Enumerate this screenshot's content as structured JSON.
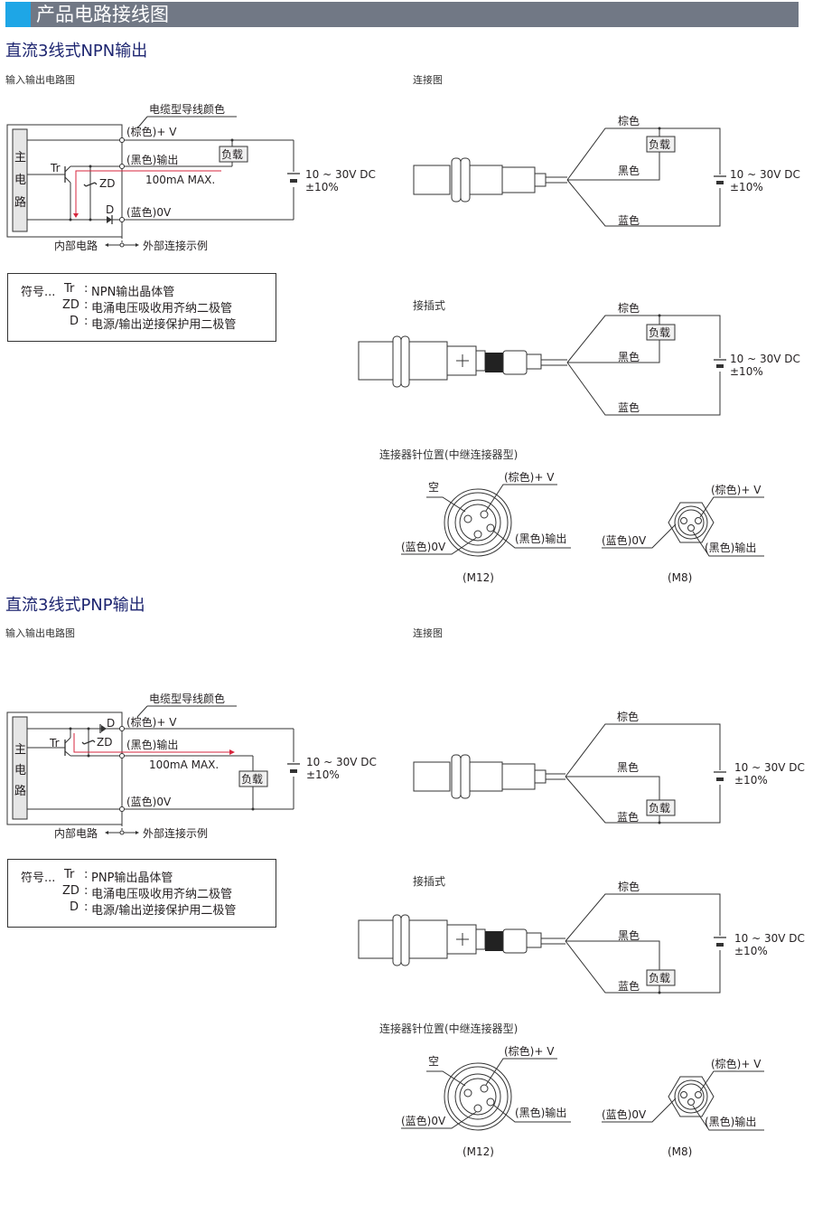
{
  "header": {
    "title": "产品电路接线图",
    "accent_color": "#1ea6e6",
    "bar_color": "#717885"
  },
  "sections": [
    {
      "title": "直流3线式NPN输出",
      "circuit_label": "输入输出电路图",
      "connection_label": "连接图",
      "circuit": {
        "main_circuit": [
          "主",
          "电",
          "路"
        ],
        "cable_color_note": "电缆型导线颜色",
        "wire_plus": "(棕色)+ V",
        "wire_out": "(黑色)输出",
        "wire_0v": "(蓝色)0V",
        "current_note": "100mA MAX.",
        "load": "负载",
        "tr": "Tr",
        "zd": "ZD",
        "d": "D",
        "supply_line1": "10 ~ 30V DC",
        "supply_line2": "±10%",
        "internal": "内部电路",
        "external": "外部连接示例"
      },
      "legend": {
        "prefix": "符号...",
        "rows": [
          {
            "sym": "Tr",
            "desc": "NPN输出晶体管"
          },
          {
            "sym": "ZD",
            "desc": "电涌电压吸收用齐纳二极管"
          },
          {
            "sym": "D",
            "desc": "电源/输出逆接保护用二极管"
          }
        ]
      },
      "cable_type": {
        "brown": "棕色",
        "black": "黑色",
        "blue": "蓝色",
        "load": "负载",
        "supply_line1": "10 ~ 30V DC",
        "supply_line2": "±10%"
      },
      "plug_type": {
        "label": "接插式",
        "brown": "棕色",
        "black": "黑色",
        "blue": "蓝色",
        "load": "负载",
        "supply_line1": "10 ~ 30V DC",
        "supply_line2": "±10%"
      },
      "pins": {
        "title": "连接器针位置(中继连接器型)",
        "m12": {
          "empty": "空",
          "plus": "(棕色)+ V",
          "out": "(黑色)输出",
          "zero": "(蓝色)0V",
          "name": "(M12)"
        },
        "m8": {
          "plus": "(棕色)+ V",
          "out": "(黑色)输出",
          "zero": "(蓝色)0V",
          "name": "(M8)"
        }
      }
    },
    {
      "title": "直流3线式PNP输出",
      "circuit_label": "输入输出电路图",
      "connection_label": "连接图",
      "circuit": {
        "main_circuit": [
          "主",
          "电",
          "路"
        ],
        "cable_color_note": "电缆型导线颜色",
        "wire_plus": "(棕色)+ V",
        "wire_out": "(黑色)输出",
        "wire_0v": "(蓝色)0V",
        "current_note": "100mA MAX.",
        "load": "负载",
        "tr": "Tr",
        "zd": "ZD",
        "d": "D",
        "supply_line1": "10 ~ 30V DC",
        "supply_line2": "±10%",
        "internal": "内部电路",
        "external": "外部连接示例"
      },
      "legend": {
        "prefix": "符号...",
        "rows": [
          {
            "sym": "Tr",
            "desc": "PNP输出晶体管"
          },
          {
            "sym": "ZD",
            "desc": "电涌电压吸收用齐纳二极管"
          },
          {
            "sym": "D",
            "desc": "电源/输出逆接保护用二极管"
          }
        ]
      },
      "cable_type": {
        "brown": "棕色",
        "black": "黑色",
        "blue": "蓝色",
        "load": "负载",
        "supply_line1": "10 ~ 30V DC",
        "supply_line2": "±10%"
      },
      "plug_type": {
        "label": "接插式",
        "brown": "棕色",
        "black": "黑色",
        "blue": "蓝色",
        "load": "负载",
        "supply_line1": "10 ~ 30V DC",
        "supply_line2": "±10%"
      },
      "pins": {
        "title": "连接器针位置(中继连接器型)",
        "m12": {
          "empty": "空",
          "plus": "(棕色)+ V",
          "out": "(黑色)输出",
          "zero": "(蓝色)0V",
          "name": "(M12)"
        },
        "m8": {
          "plus": "(棕色)+ V",
          "out": "(黑色)输出",
          "zero": "(蓝色)0V",
          "name": "(M8)"
        }
      }
    }
  ]
}
